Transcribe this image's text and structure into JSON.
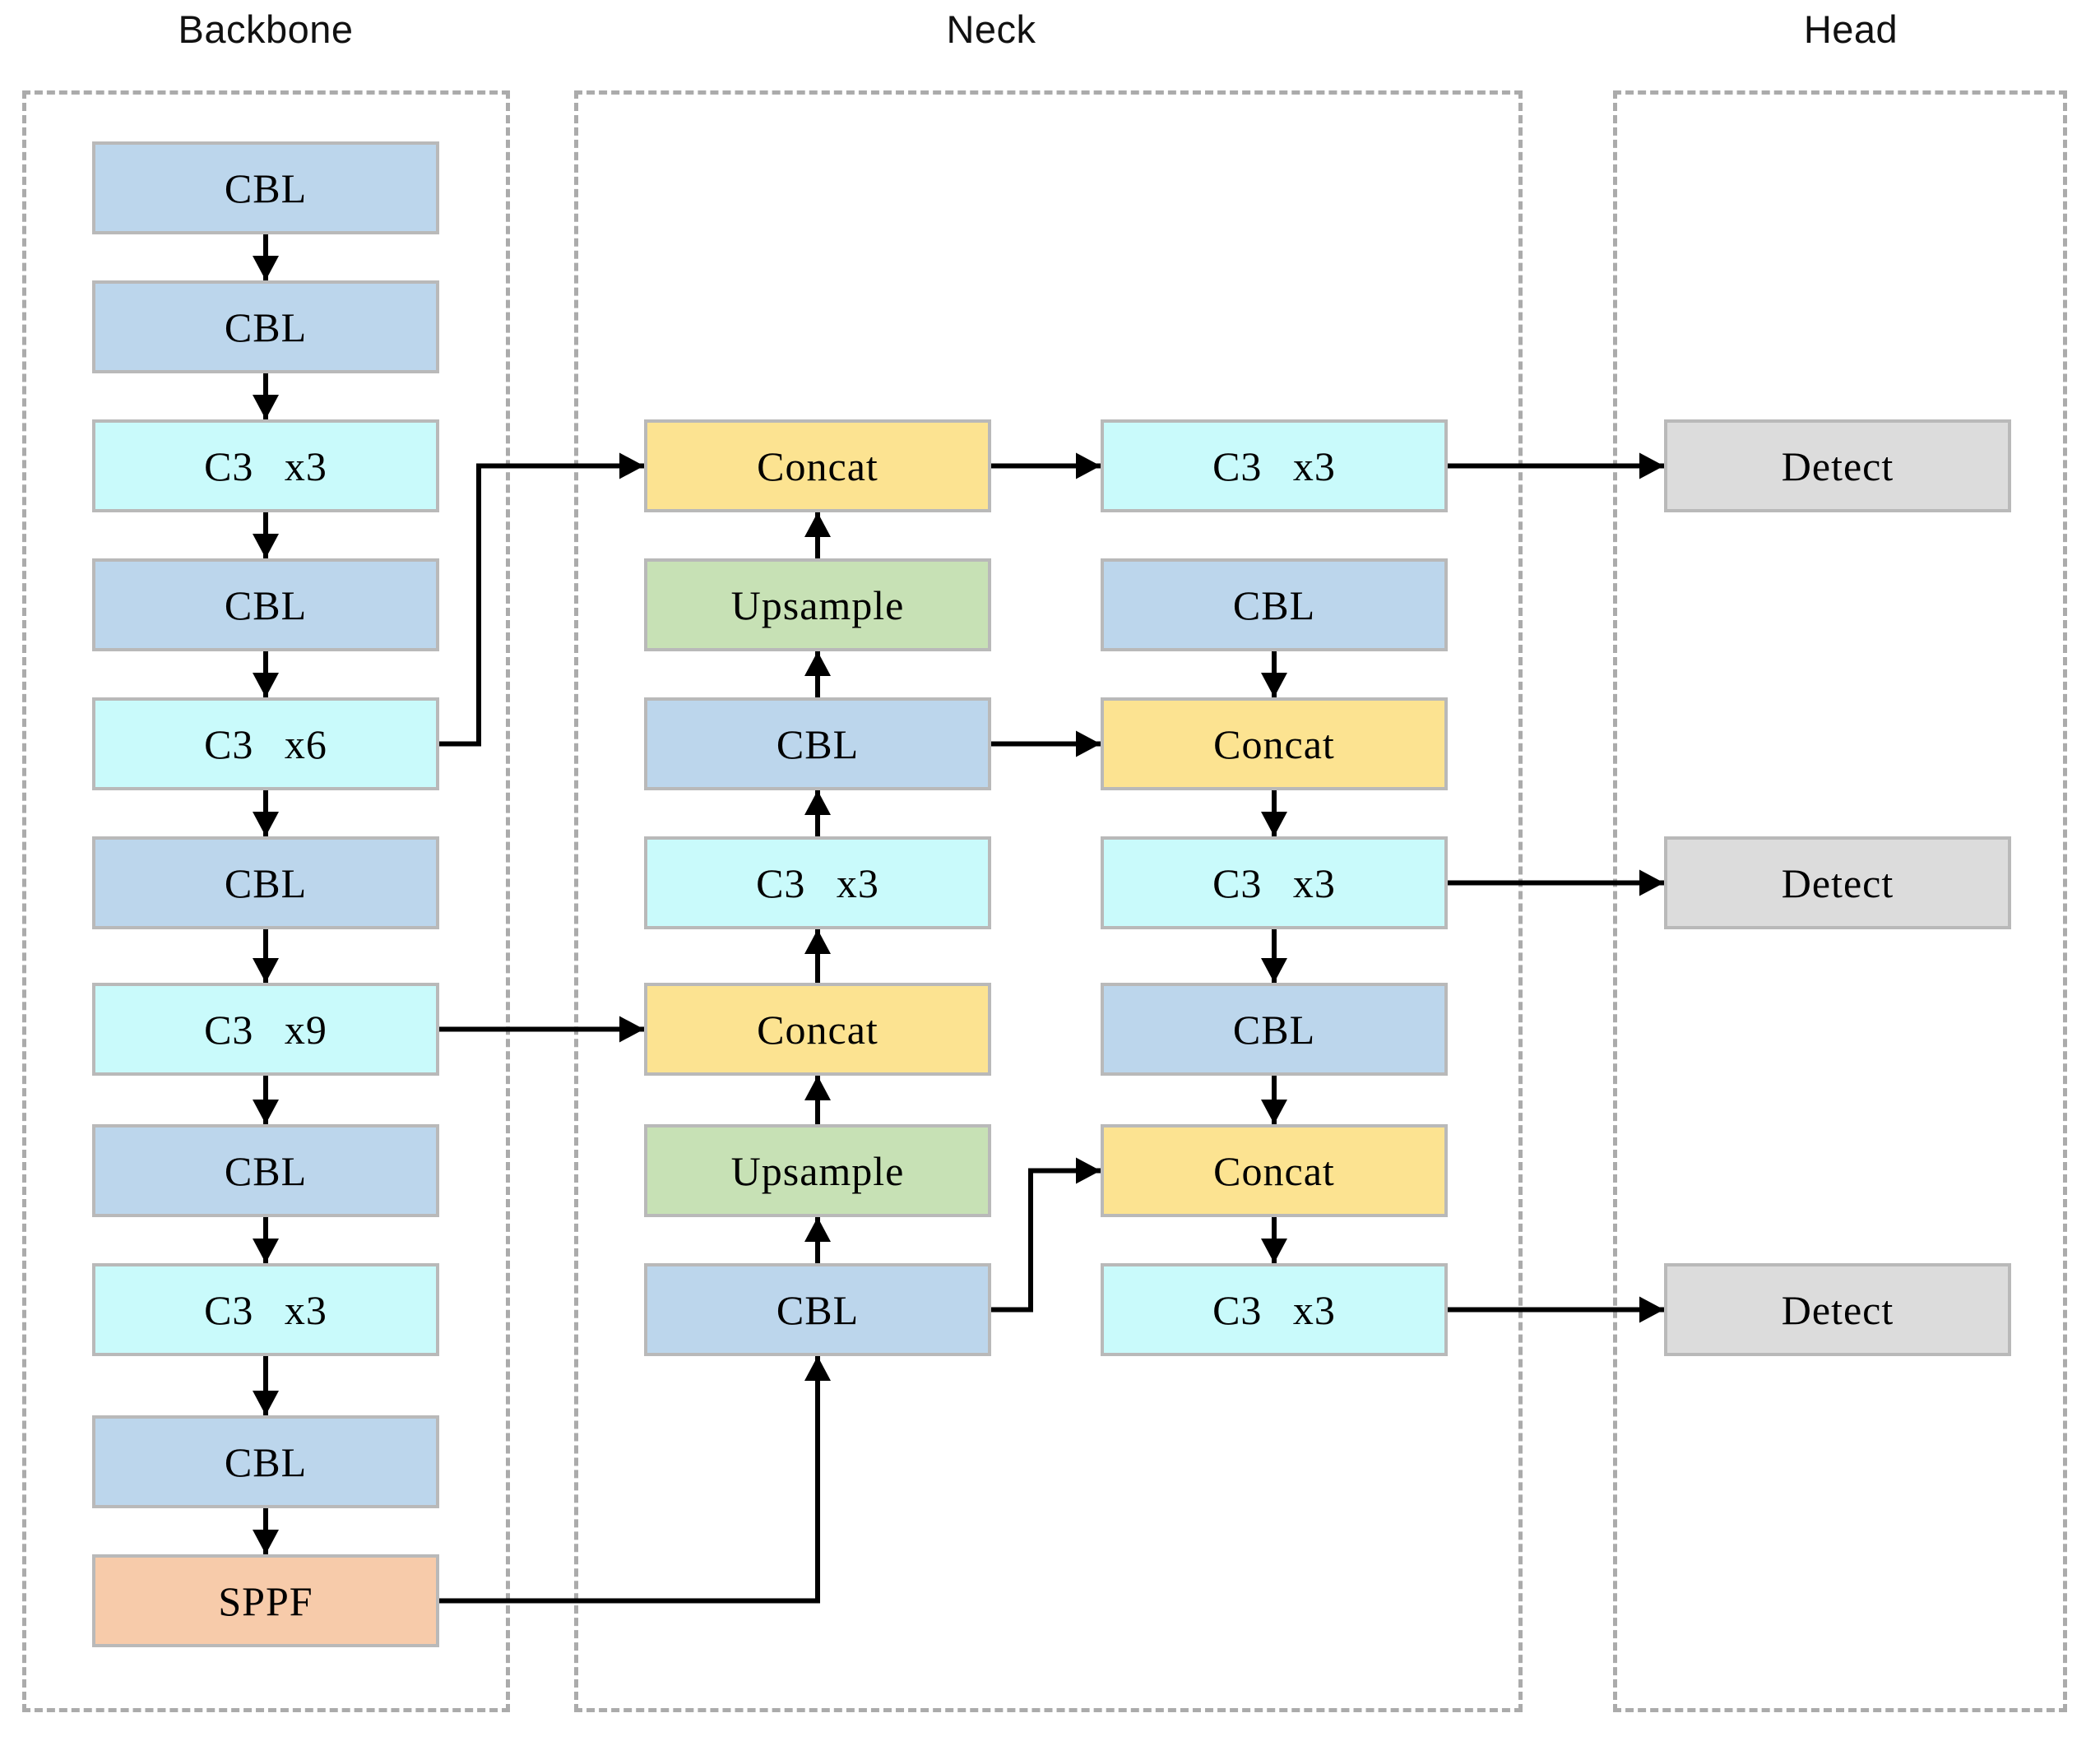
{
  "titles": {
    "backbone": "Backbone",
    "neck": "Neck",
    "head": "Head"
  },
  "palette": {
    "cbl": "#BCD6EC",
    "c3": "#C9FAFB",
    "concat": "#FCE391",
    "upsample": "#C7E1B5",
    "sppf": "#F7CBAA",
    "detect": "#DCDCDC",
    "box_border": "#B9B9B9",
    "region_border": "#ABABAB",
    "arrow": "#000000"
  },
  "nodes": [
    {
      "id": "b1",
      "section": "backbone",
      "column": "backbone",
      "row": 1,
      "type": "cbl",
      "label": "CBL"
    },
    {
      "id": "b2",
      "section": "backbone",
      "column": "backbone",
      "row": 2,
      "type": "cbl",
      "label": "CBL"
    },
    {
      "id": "b3",
      "section": "backbone",
      "column": "backbone",
      "row": 3,
      "type": "c3",
      "label": "C3 x3"
    },
    {
      "id": "b4",
      "section": "backbone",
      "column": "backbone",
      "row": 4,
      "type": "cbl",
      "label": "CBL"
    },
    {
      "id": "b5",
      "section": "backbone",
      "column": "backbone",
      "row": 5,
      "type": "c3",
      "label": "C3 x6"
    },
    {
      "id": "b6",
      "section": "backbone",
      "column": "backbone",
      "row": 6,
      "type": "cbl",
      "label": "CBL"
    },
    {
      "id": "b7",
      "section": "backbone",
      "column": "backbone",
      "row": 7,
      "type": "c3",
      "label": "C3 x9"
    },
    {
      "id": "b8",
      "section": "backbone",
      "column": "backbone",
      "row": 8,
      "type": "cbl",
      "label": "CBL"
    },
    {
      "id": "b9",
      "section": "backbone",
      "column": "backbone",
      "row": 9,
      "type": "c3",
      "label": "C3 x3"
    },
    {
      "id": "b10",
      "section": "backbone",
      "column": "backbone",
      "row": 10,
      "type": "cbl",
      "label": "CBL"
    },
    {
      "id": "b11",
      "section": "backbone",
      "column": "backbone",
      "row": 11,
      "type": "sppf",
      "label": "SPPF"
    },
    {
      "id": "n1",
      "section": "neck",
      "column": "neck-left",
      "row": 3,
      "type": "concat",
      "label": "Concat"
    },
    {
      "id": "n2",
      "section": "neck",
      "column": "neck-left",
      "row": 4,
      "type": "upsample",
      "label": "Upsample"
    },
    {
      "id": "n3",
      "section": "neck",
      "column": "neck-left",
      "row": 5,
      "type": "cbl",
      "label": "CBL"
    },
    {
      "id": "n4",
      "section": "neck",
      "column": "neck-left",
      "row": 6,
      "type": "c3",
      "label": "C3 x3"
    },
    {
      "id": "n5",
      "section": "neck",
      "column": "neck-left",
      "row": 7,
      "type": "concat",
      "label": "Concat"
    },
    {
      "id": "n6",
      "section": "neck",
      "column": "neck-left",
      "row": 8,
      "type": "upsample",
      "label": "Upsample"
    },
    {
      "id": "n7",
      "section": "neck",
      "column": "neck-left",
      "row": 9,
      "type": "cbl",
      "label": "CBL"
    },
    {
      "id": "m1",
      "section": "neck",
      "column": "neck-right",
      "row": 3,
      "type": "c3",
      "label": "C3 x3"
    },
    {
      "id": "m2",
      "section": "neck",
      "column": "neck-right",
      "row": 4,
      "type": "cbl",
      "label": "CBL"
    },
    {
      "id": "m3",
      "section": "neck",
      "column": "neck-right",
      "row": 5,
      "type": "concat",
      "label": "Concat"
    },
    {
      "id": "m4",
      "section": "neck",
      "column": "neck-right",
      "row": 6,
      "type": "c3",
      "label": "C3 x3"
    },
    {
      "id": "m5",
      "section": "neck",
      "column": "neck-right",
      "row": 7,
      "type": "cbl",
      "label": "CBL"
    },
    {
      "id": "m6",
      "section": "neck",
      "column": "neck-right",
      "row": 8,
      "type": "concat",
      "label": "Concat"
    },
    {
      "id": "m7",
      "section": "neck",
      "column": "neck-right",
      "row": 9,
      "type": "c3",
      "label": "C3 x3"
    },
    {
      "id": "h1",
      "section": "head",
      "column": "head",
      "row": 3,
      "type": "detect",
      "label": "Detect"
    },
    {
      "id": "h2",
      "section": "head",
      "column": "head",
      "row": 6,
      "type": "detect",
      "label": "Detect"
    },
    {
      "id": "h3",
      "section": "head",
      "column": "head",
      "row": 9,
      "type": "detect",
      "label": "Detect"
    }
  ],
  "edges": [
    {
      "from": "b1",
      "to": "b2",
      "kind": "down"
    },
    {
      "from": "b2",
      "to": "b3",
      "kind": "down"
    },
    {
      "from": "b3",
      "to": "b4",
      "kind": "down"
    },
    {
      "from": "b4",
      "to": "b5",
      "kind": "down"
    },
    {
      "from": "b5",
      "to": "b6",
      "kind": "down"
    },
    {
      "from": "b6",
      "to": "b7",
      "kind": "down"
    },
    {
      "from": "b7",
      "to": "b8",
      "kind": "down"
    },
    {
      "from": "b8",
      "to": "b9",
      "kind": "down"
    },
    {
      "from": "b9",
      "to": "b10",
      "kind": "down"
    },
    {
      "from": "b10",
      "to": "b11",
      "kind": "down"
    },
    {
      "from": "n7",
      "to": "n6",
      "kind": "up"
    },
    {
      "from": "n6",
      "to": "n5",
      "kind": "up"
    },
    {
      "from": "n5",
      "to": "n4",
      "kind": "up"
    },
    {
      "from": "n4",
      "to": "n3",
      "kind": "up"
    },
    {
      "from": "n3",
      "to": "n2",
      "kind": "up"
    },
    {
      "from": "n2",
      "to": "n1",
      "kind": "up"
    },
    {
      "from": "m2",
      "to": "m3",
      "kind": "down"
    },
    {
      "from": "m3",
      "to": "m4",
      "kind": "down"
    },
    {
      "from": "m4",
      "to": "m5",
      "kind": "down"
    },
    {
      "from": "m5",
      "to": "m6",
      "kind": "down"
    },
    {
      "from": "m6",
      "to": "m7",
      "kind": "down"
    },
    {
      "from": "b5",
      "to": "n1",
      "kind": "elbow"
    },
    {
      "from": "b7",
      "to": "n5",
      "kind": "right"
    },
    {
      "from": "b11",
      "to": "n7",
      "kind": "right-up-into-bottom"
    },
    {
      "from": "n1",
      "to": "m1",
      "kind": "right"
    },
    {
      "from": "n3",
      "to": "m3",
      "kind": "right"
    },
    {
      "from": "n7",
      "to": "m6",
      "kind": "elbow"
    },
    {
      "from": "m1",
      "to": "h1",
      "kind": "right"
    },
    {
      "from": "m4",
      "to": "h2",
      "kind": "right"
    },
    {
      "from": "m7",
      "to": "h3",
      "kind": "right"
    }
  ]
}
